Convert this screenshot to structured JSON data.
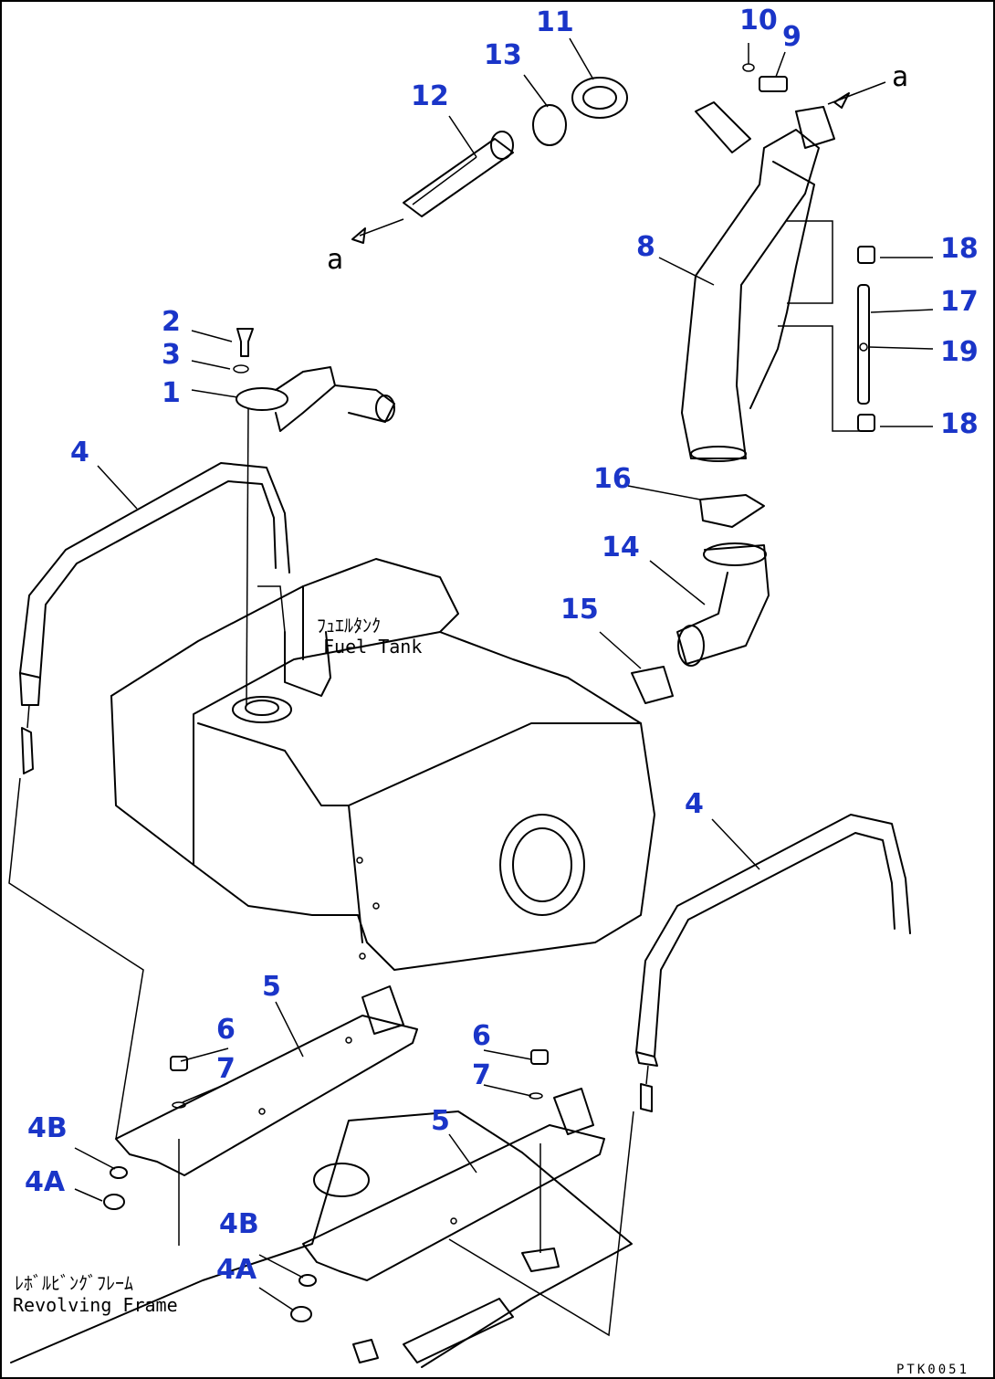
{
  "callouts": {
    "c1": "1",
    "c2": "2",
    "c3": "3",
    "c4_left": "4",
    "c4_right": "4",
    "c4A_left": "4A",
    "c4B_left": "4B",
    "c4A_mid": "4A",
    "c4B_mid": "4B",
    "c5_upper": "5",
    "c5_lower": "5",
    "c6_left": "6",
    "c6_right": "6",
    "c7_left": "7",
    "c7_right": "7",
    "c8": "8",
    "c9": "9",
    "c10": "10",
    "c11": "11",
    "c12": "12",
    "c13": "13",
    "c14": "14",
    "c15": "15",
    "c16": "16",
    "c17": "17",
    "c18_upper": "18",
    "c18_lower": "18",
    "c19": "19"
  },
  "references": {
    "a_upper": "a",
    "a_lower": "a"
  },
  "labels": {
    "fuel_tank_jp": "ﾌｭｴﾙﾀﾝｸ",
    "fuel_tank_en": "Fuel Tank",
    "revolving_frame_jp": "ﾚﾎﾞﾙﾋﾞﾝｸﾞﾌﾚｰﾑ",
    "revolving_frame_en": "Revolving Frame"
  },
  "drawing_code": "PTK0051",
  "colors": {
    "callout": "#1a35c8",
    "line": "#000000",
    "background": "#ffffff"
  }
}
